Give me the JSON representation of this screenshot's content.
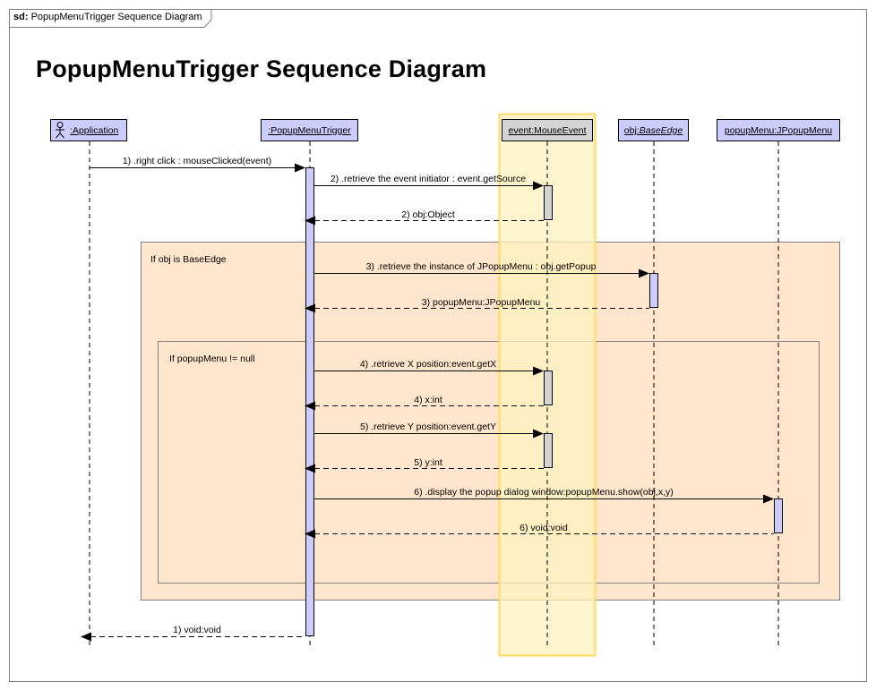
{
  "frame": {
    "kind": "sd:",
    "label": "PopupMenuTrigger Sequence Diagram"
  },
  "title": "PopupMenuTrigger Sequence Diagram",
  "colors": {
    "lifeline_fill": "#ccccff",
    "activation_bar": "#ccccff",
    "activation_bar_mouse": "#d4d4d4",
    "highlight_column": "#fff5d6",
    "highlight_column_border": "#ffd966",
    "fragment_fill": "#ffe6cc",
    "fragment_border": "#808080"
  },
  "lifelines": [
    {
      "id": "app",
      "prefix": "",
      "name": ":Application",
      "actor_icon": "stick-figure-icon"
    },
    {
      "id": "trigger",
      "prefix": "",
      "name": ":PopupMenuTrigger"
    },
    {
      "id": "mouse",
      "prefix": "",
      "name": "event:MouseEvent"
    },
    {
      "id": "obj",
      "prefix": "obj:",
      "name": "BaseEdge"
    },
    {
      "id": "popup",
      "prefix": "",
      "name": "popupMenu:JPopupMenu"
    }
  ],
  "fragments": {
    "outer_guard": "If obj is BaseEdge",
    "inner_guard": "If popupMenu != null"
  },
  "messages": [
    {
      "id": "m1",
      "text": "1) .right click : mouseClicked(event)"
    },
    {
      "id": "m2",
      "text": "2) .retrieve the event initiator : event.getSource"
    },
    {
      "id": "r2",
      "text": "2) obj:Object"
    },
    {
      "id": "m3",
      "text": "3) .retrieve the instance of JPopupMenu : obj.getPopup"
    },
    {
      "id": "r3",
      "text": "3) popupMenu:JPopupMenu"
    },
    {
      "id": "m4",
      "text": "4) .retrieve X position:event.getX"
    },
    {
      "id": "r4",
      "text": "4) x:int"
    },
    {
      "id": "m5",
      "text": "5) .retrieve Y position:event.getY"
    },
    {
      "id": "r5",
      "text": "5) y:int"
    },
    {
      "id": "m6",
      "text": "6) .display the popup dialog window:popupMenu.show(obj,x,y)"
    },
    {
      "id": "r6",
      "text": "6) void:void"
    },
    {
      "id": "r1",
      "text": "1) void:void"
    }
  ]
}
